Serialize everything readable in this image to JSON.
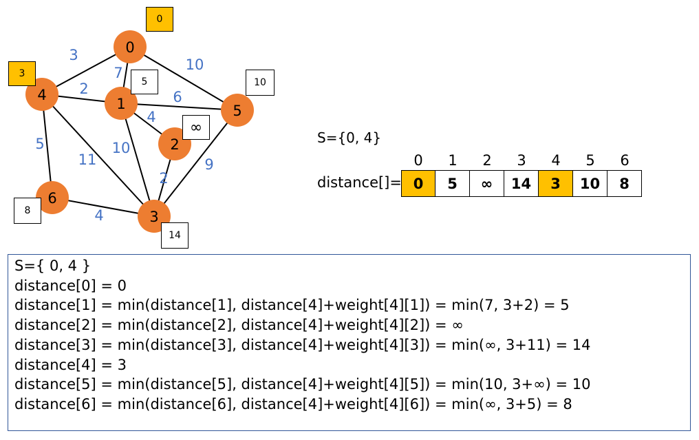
{
  "graph": {
    "nodes": [
      {
        "id": "0",
        "label": "0",
        "dist": "0",
        "highlight": true
      },
      {
        "id": "1",
        "label": "1",
        "dist": "5",
        "highlight": false
      },
      {
        "id": "2",
        "label": "2",
        "dist": "∞",
        "highlight": false
      },
      {
        "id": "3",
        "label": "3",
        "dist": "14",
        "highlight": false
      },
      {
        "id": "4",
        "label": "4",
        "dist": "3",
        "highlight": true
      },
      {
        "id": "5",
        "label": "5",
        "dist": "10",
        "highlight": false
      },
      {
        "id": "6",
        "label": "6",
        "dist": "8",
        "highlight": false
      }
    ],
    "edges": [
      {
        "from": "0",
        "to": "4",
        "weight": "3"
      },
      {
        "from": "0",
        "to": "1",
        "weight": "7"
      },
      {
        "from": "0",
        "to": "5",
        "weight": "10"
      },
      {
        "from": "4",
        "to": "1",
        "weight": "2"
      },
      {
        "from": "1",
        "to": "5",
        "weight": "6"
      },
      {
        "from": "1",
        "to": "2",
        "weight": "4"
      },
      {
        "from": "4",
        "to": "6",
        "weight": "5"
      },
      {
        "from": "4",
        "to": "3",
        "weight": "11"
      },
      {
        "from": "1",
        "to": "3",
        "weight": "10"
      },
      {
        "from": "2",
        "to": "3",
        "weight": "2"
      },
      {
        "from": "5",
        "to": "3",
        "weight": "9"
      },
      {
        "from": "6",
        "to": "3",
        "weight": "4"
      }
    ],
    "colors": {
      "node": "#ED7D31",
      "weight_text": "#4472C4",
      "highlight": "#FFC000",
      "edge": "#000000"
    }
  },
  "set_text": "S={0, 4}",
  "distance_array": {
    "label": "distance[]=",
    "indices": [
      "0",
      "1",
      "2",
      "3",
      "4",
      "5",
      "6"
    ],
    "values": [
      "0",
      "5",
      "∞",
      "14",
      "3",
      "10",
      "8"
    ],
    "highlighted_indices": [
      0,
      4
    ]
  },
  "explanation": {
    "lines": [
      "S={ 0, 4 }",
      "distance[0] = 0",
      "distance[1] = min(distance[1], distance[4]+weight[4][1]) = min(7, 3+2) = 5",
      "distance[2] = min(distance[2], distance[4]+weight[4][2]) = ∞",
      "distance[3] = min(distance[3], distance[4]+weight[4][3]) = min(∞, 3+11) = 14",
      "distance[4] = 3",
      "distance[5] = min(distance[5], distance[4]+weight[4][5]) = min(10, 3+∞) = 10",
      "distance[6] = min(distance[6], distance[4]+weight[4][6]) = min(∞, 3+5) = 8"
    ]
  }
}
